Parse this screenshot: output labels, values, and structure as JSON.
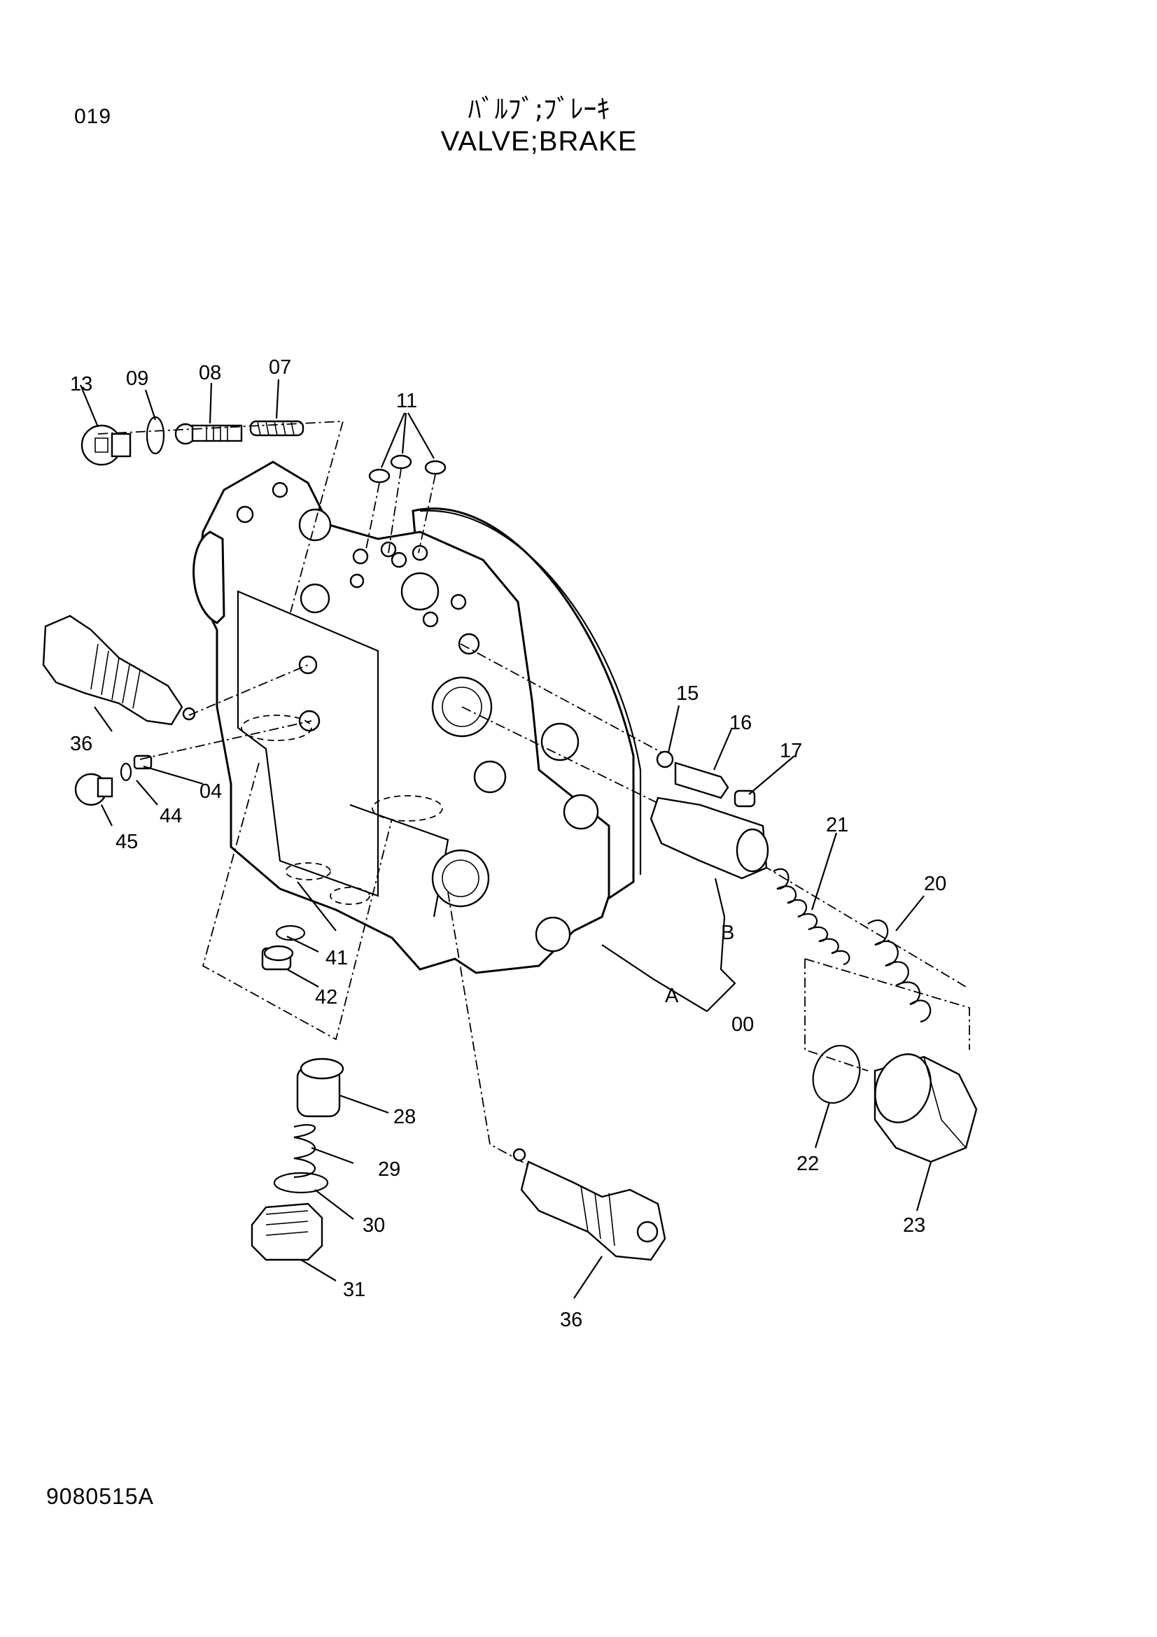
{
  "header": {
    "page_number": "019",
    "title_jp": "ﾊﾞﾙﾌﾞ;ﾌﾞﾚｰｷ",
    "title_en": "VALVE;BRAKE"
  },
  "footer": {
    "doc_code": "9080515A"
  },
  "callouts": {
    "c13": "13",
    "c09": "09",
    "c08": "08",
    "c07": "07",
    "c11": "11",
    "c15": "15",
    "c16": "16",
    "c17": "17",
    "c21": "21",
    "c20": "20",
    "c36a": "36",
    "c04": "04",
    "c44": "44",
    "c45": "45",
    "c41": "41",
    "c42": "42",
    "cB": "B",
    "cA": "A",
    "c00": "00",
    "c22": "22",
    "c23": "23",
    "c28": "28",
    "c29": "29",
    "c30": "30",
    "c31": "31",
    "c36b": "36"
  }
}
